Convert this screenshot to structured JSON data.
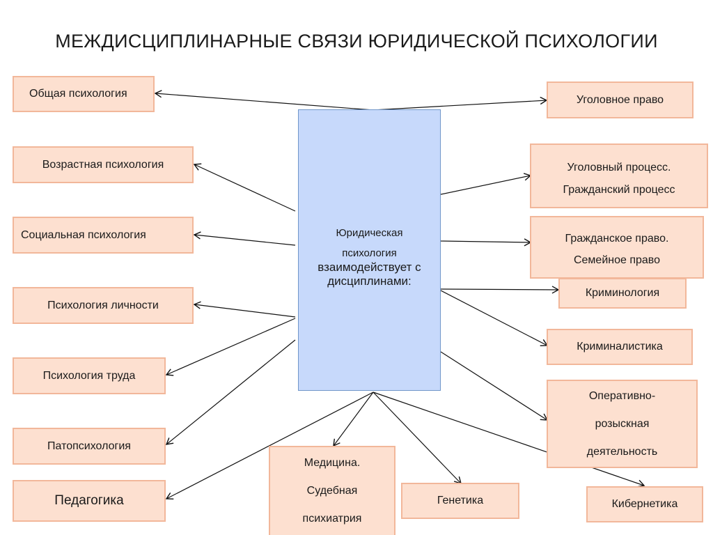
{
  "title": "МЕЖДИСЦИПЛИНАРНЫЕ СВЯЗИ ЮРИДИЧЕСКОЙ ПСИХОЛОГИИ",
  "center": {
    "line1": "Юридическая",
    "line2": "психология",
    "line3": "взаимодействует с",
    "line4": "дисциплинами:"
  },
  "left": {
    "general": "Общая психология",
    "age": "Возрастная психология",
    "social": "Социальная психология",
    "personality": "Психология личности",
    "labor": "Психология труда",
    "patho": "Патопсихология",
    "pedagogy": "Педагогика"
  },
  "right": {
    "criminal_law": "Уголовное право",
    "process_1": "Уголовный процесс.",
    "process_2": "Гражданский процесс",
    "civil_1": "Гражданское право.",
    "civil_2": "Семейное право",
    "criminology": "Криминология",
    "forensics": "Криминалистика",
    "operative_1": "Оперативно-",
    "operative_2": "розыскная",
    "operative_3": "деятельность",
    "cybernetics": "Кибернетика"
  },
  "bottom": {
    "medicine_1": "Медицина.",
    "medicine_2": "Судебная",
    "medicine_3": "психиатрия",
    "genetics": "Генетика"
  },
  "colors": {
    "box_fill": "#fde0d0",
    "box_border": "#f2b79a",
    "center_fill": "#c7d9fb",
    "center_border": "#7096c9",
    "arrow": "#111111"
  }
}
